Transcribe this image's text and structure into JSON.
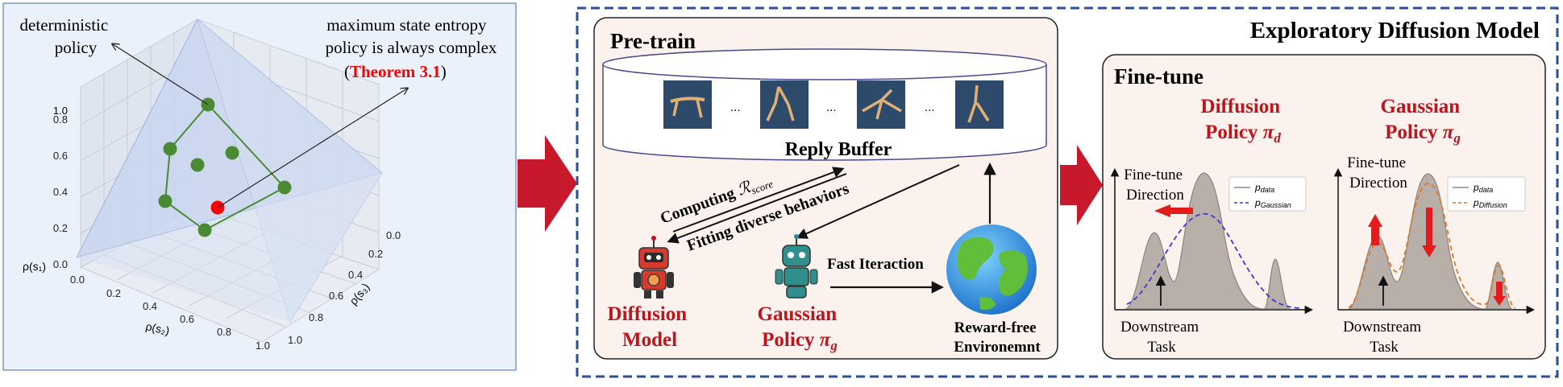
{
  "left_panel": {
    "annotation_deterministic": [
      "deterministic",
      "policy"
    ],
    "annotation_maxent": [
      "maximum state entropy",
      "policy is always complex"
    ],
    "theorem_open": "(",
    "theorem_ref": "Theorem 3.1",
    "theorem_close": ")",
    "axis_rho1": "ρ(s₁)",
    "axis_rho2": "ρ(s₂)",
    "axis_rho3": "ρ(s₃)",
    "ticks_rho1": [
      "0.0",
      "0.2",
      "0.4",
      "0.6",
      "0.8",
      "1.0"
    ],
    "ticks_rho2": [
      "0.0",
      "0.2",
      "0.4",
      "0.6",
      "0.8",
      "1.0"
    ],
    "ticks_rho3": [
      "0.0",
      "0.2",
      "0.4",
      "0.6",
      "0.8",
      "1.0"
    ],
    "colors": {
      "points": "#4a8a32",
      "highlight": "#ff0000",
      "simplex": "#c9d6ee",
      "background": "#eaf1fb"
    }
  },
  "main_title": "Exploratory Diffusion Model",
  "pretrain": {
    "title": "Pre-train",
    "buffer_label": "Reply Buffer",
    "frame_ellipsis": "...",
    "computing_prefix": "Computing ",
    "computing_script": "ℛ",
    "computing_sub": "score",
    "fitting_label": "Fitting diverse behaviors",
    "fast_interaction": "Fast Iteraction",
    "diffusion_model": [
      "Diffusion",
      "Model"
    ],
    "gaussian_policy": "Gaussian",
    "gaussian_policy_line2": "Policy ",
    "gaussian_symbol": "π",
    "gaussian_sub": "g",
    "env": [
      "Reward-free",
      "Environemnt"
    ],
    "colors": {
      "label": "#c0141c",
      "panel": "#fbf1ed"
    }
  },
  "finetune": {
    "title": "Fine-tune",
    "diffusion_header": "Diffusion",
    "diffusion_header2": "Policy ",
    "diffusion_symbol": "π",
    "diffusion_sub": "d",
    "gaussian_header": "Gaussian",
    "gaussian_header2": "Policy ",
    "gaussian_symbol": "π",
    "gaussian_sub": "g",
    "left_direction": [
      "Fine-tune",
      "Direction"
    ],
    "right_direction": [
      "Fine-tune",
      "Direction"
    ],
    "left_task": [
      "Downstream",
      "Task"
    ],
    "right_task": [
      "Downstream",
      "Task"
    ],
    "legend_left": [
      {
        "p": "p",
        "sub": "data",
        "style": "solid",
        "color": "#888888"
      },
      {
        "p": "p",
        "sub": "Gaussian",
        "style": "dashed",
        "color": "#3a3ad0"
      }
    ],
    "legend_right": [
      {
        "p": "p",
        "sub": "data",
        "style": "solid",
        "color": "#888888"
      },
      {
        "p": "p",
        "sub": "Diffusion",
        "style": "dashed",
        "color": "#e07a2a"
      }
    ]
  }
}
